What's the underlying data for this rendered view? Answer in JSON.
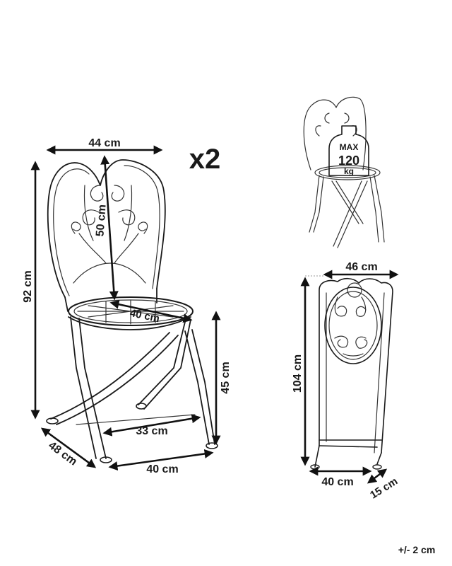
{
  "quantity": "x2",
  "tolerance": "+/- 2 cm",
  "load_label": {
    "max": "MAX",
    "value": "120",
    "unit": "kg"
  },
  "dimensions": {
    "width_top": "44 cm",
    "height_total": "92 cm",
    "backrest_height": "50 cm",
    "seat_diameter": "40 cm",
    "seat_height": "45 cm",
    "leg_span": "33 cm",
    "depth": "48 cm",
    "base_width": "40 cm",
    "folded_width": "46 cm",
    "folded_height": "104 cm",
    "folded_base_width": "40 cm",
    "folded_depth": "15 cm"
  }
}
